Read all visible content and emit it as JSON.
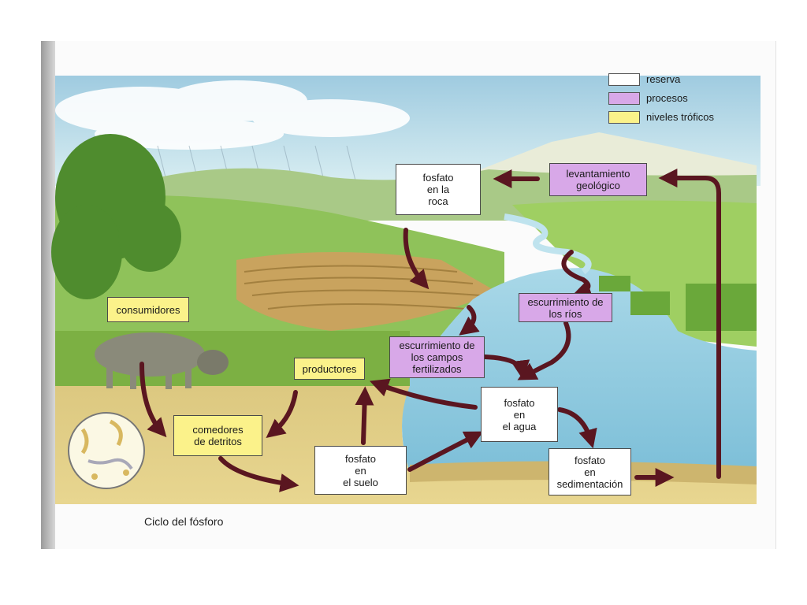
{
  "legend": [
    {
      "label": "reserva",
      "color": "#ffffff"
    },
    {
      "label": "procesos",
      "color": "#d8a8e8"
    },
    {
      "label": "niveles tróficos",
      "color": "#fbf28a"
    }
  ],
  "nodes": {
    "fosfato_roca": "fosfato\nen la\nroca",
    "levantamiento": "levantamiento\ngeológico",
    "consumidores": "consumidores",
    "escurrimiento_rios": "escurrimiento de\nlos ríos",
    "escurrimiento_campos": "escurrimiento de\nlos campos\nfertilizados",
    "productores": "productores",
    "fosfato_agua": "fosfato\nen\nel agua",
    "comedores": "comedores\nde detritos",
    "fosfato_suelo": "fosfato\nen\nel suelo",
    "fosfato_sedimentacion": "fosfato\nen\nsedimentación"
  },
  "colors": {
    "arrow": "#5a1620",
    "reserve": "#ffffff",
    "process": "#d8a8e8",
    "trophic": "#fbf28a"
  },
  "caption": "Ciclo del fósforo"
}
